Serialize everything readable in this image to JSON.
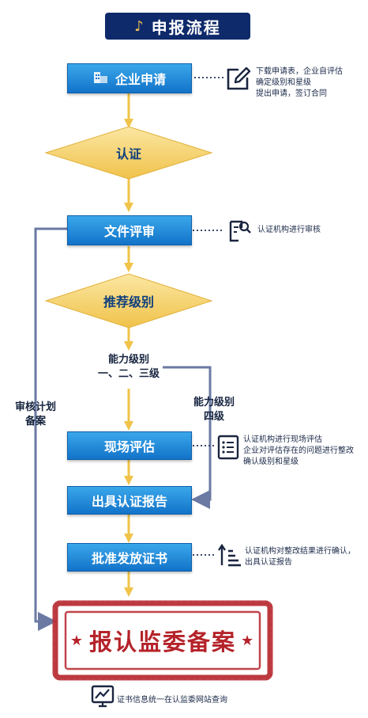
{
  "title": "申报流程",
  "title_icon": "music-note-icon",
  "steps": {
    "apply": "企业申请",
    "certify": "认证",
    "doc_review": "文件评审",
    "recommend_level": "推荐级别",
    "onsite": "现场评估",
    "report": "出具认证报告",
    "issue_cert": "批准发放证书",
    "record": "报认监委备案"
  },
  "stamp_decoration": "★",
  "branches": {
    "level_1_3": "能力级别\n一、二、三级",
    "level_4": "能力级别\n四级",
    "audit_plan": "审核计划\n备案"
  },
  "notes": {
    "apply": "下载申请表，企业自评估\n确定级别和星级\n提出申请，签订合同",
    "doc_review": "认证机构进行审核",
    "onsite": "认证机构进行现场评估\n企业对评估存在的问题进行整改\n确认级别和星级",
    "issue_cert": "认证机构对整改结果进行确认，\n出具认证报告",
    "footer": "证书信息统一在认监委网站查询"
  },
  "colors": {
    "box_blue": "#1a86d9",
    "diamond_yellow": "#f6d36b",
    "arrow_yellow": "#f0c349",
    "line_slate": "#6b7aa3",
    "stamp_red": "#b5232a",
    "title_navy": "#0e2a6b"
  }
}
